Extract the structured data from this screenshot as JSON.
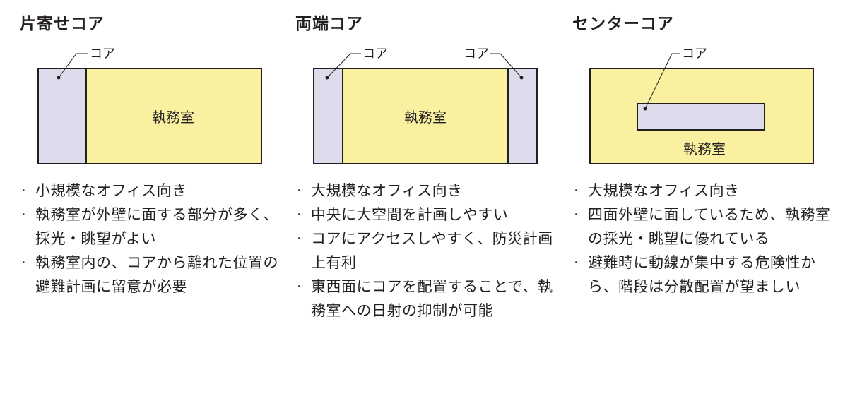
{
  "colors": {
    "office": "#f9f0a0",
    "core": "#dcdcec",
    "stroke": "#231f20"
  },
  "core_label": "コア",
  "office_label": "執務室",
  "panels": [
    {
      "title": "片寄せコア",
      "notes": [
        "小規模なオフィス向き",
        "執務室が外壁に面する部分が多く、採光・眺望がよい",
        "執務室内の、コアから離れた位置の避難計画に留意が必要"
      ]
    },
    {
      "title": "両端コア",
      "notes": [
        "大規模なオフィス向き",
        "中央に大空間を計画しやすい",
        "コアにアクセスしやすく、防災計画上有利",
        "東西面にコアを配置することで、執務室への日射の抑制が可能"
      ]
    },
    {
      "title": "センターコア",
      "notes": [
        "大規模なオフィス向き",
        "四面外壁に面しているため、執務室の採光・眺望に優れている",
        "避難時に動線が集中する危険性から、階段は分散配置が望ましい"
      ]
    }
  ]
}
